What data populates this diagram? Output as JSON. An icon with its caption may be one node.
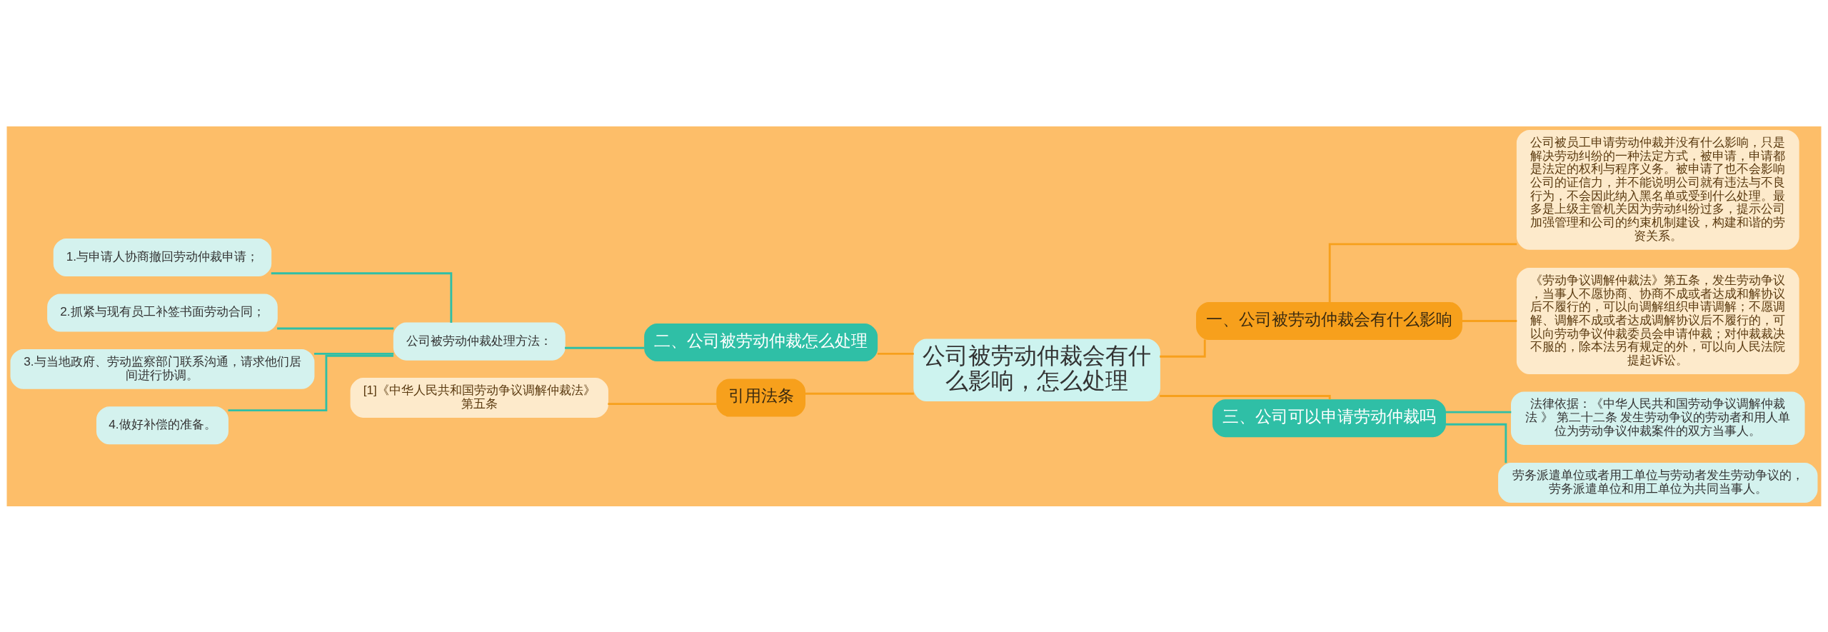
{
  "diagram": {
    "nodes": [
      {
        "text": [
          "公司被劳动仲裁会有什么影响，怎么处理"
        ]
      },
      {
        "text": [
          "一、公司被劳动仲裁会有什么影响"
        ]
      },
      {
        "text": [
          "公司被员工申请劳动仲裁并没有什么影响，只是解决劳动纠纷的一种法定方式，被申请，申请都是法定的权利与程序义务。被申请了也不会影响公司的证信力，并不能说明公司就有违法与不良行为，不会因此纳入黑名单或受到什么处理。最多是上级主管机关因为劳动纠纷过多，提示公司加强管理和公司的约束机制建设，构建和谐的劳资关系。"
        ]
      },
      {
        "text": [
          "《劳动争议调解仲裁法》第五条，发生劳动争议，当事人不愿协商、协商不成或者达成和解协议后不履行的，可以向调解组织申请调解；不愿调解、调解不成或者达成调解协议后不履行的，可以向劳动争议仲裁委员会申请仲裁；对仲裁裁决不服的，除本法另有规定的外，可以向人民法院提起诉讼。"
        ]
      },
      {
        "text": [
          "三、公司可以申请劳动仲裁吗"
        ]
      },
      {
        "text": [
          "法律依据：《中华人民共和国劳动争议调解仲裁法 》 第二十二条 发生劳动争议的劳动者和用人单位为劳动争议仲裁案件的双方当事人。"
        ]
      },
      {
        "text": [
          "劳务派遣单位或者用工单位与劳动者发生劳动争议的，劳务派遣单位和用工单位为共同当事人。"
        ]
      },
      {
        "text": [
          "二、公司被劳动仲裁怎么处理"
        ]
      },
      {
        "text": [
          "公司被劳动仲裁处理方法："
        ]
      },
      {
        "text": [
          "1.与申请人协商撤回劳动仲裁申请；"
        ]
      },
      {
        "text": [
          "2.抓紧与现有员工补签书面劳动合同；"
        ]
      },
      {
        "text": [
          "3.与当地政府、劳动监察部门联系沟通，请求他们居间进行协调。"
        ]
      },
      {
        "text": [
          "4.做好补偿的准备。"
        ]
      },
      {
        "text": [
          "引用法条"
        ]
      },
      {
        "text": [
          "[1]《中华人民共和国劳动争议调解仲裁法》第五条"
        ]
      }
    ],
    "edges": [
      {
        "from": 0,
        "to": 1,
        "arrow": "none",
        "color": "#f7a01c"
      },
      {
        "from": 1,
        "to": 2,
        "arrow": "none",
        "color": "#f7a01c"
      },
      {
        "from": 1,
        "to": 3,
        "arrow": "none",
        "color": "#f7a01c"
      },
      {
        "from": 0,
        "to": 4,
        "arrow": "none",
        "color": "#f7a01c"
      },
      {
        "from": 4,
        "to": 5,
        "arrow": "none",
        "color": "#2fbfa6"
      },
      {
        "from": 4,
        "to": 6,
        "arrow": "none",
        "color": "#2fbfa6"
      },
      {
        "from": 0,
        "to": 7,
        "arrow": "none",
        "color": "#f7a01c"
      },
      {
        "from": 7,
        "to": 8,
        "arrow": "none",
        "color": "#2fbfa6"
      },
      {
        "from": 8,
        "to": 9,
        "arrow": "none",
        "color": "#2fbfa6"
      },
      {
        "from": 8,
        "to": 10,
        "arrow": "none",
        "color": "#2fbfa6"
      },
      {
        "from": 8,
        "to": 11,
        "arrow": "none",
        "color": "#2fbfa6"
      },
      {
        "from": 8,
        "to": 12,
        "arrow": "none",
        "color": "#2fbfa6"
      },
      {
        "from": 0,
        "to": 13,
        "arrow": "none",
        "color": "#f7a01c"
      },
      {
        "from": 13,
        "to": 14,
        "arrow": "none",
        "color": "#f7a01c"
      }
    ]
  }
}
